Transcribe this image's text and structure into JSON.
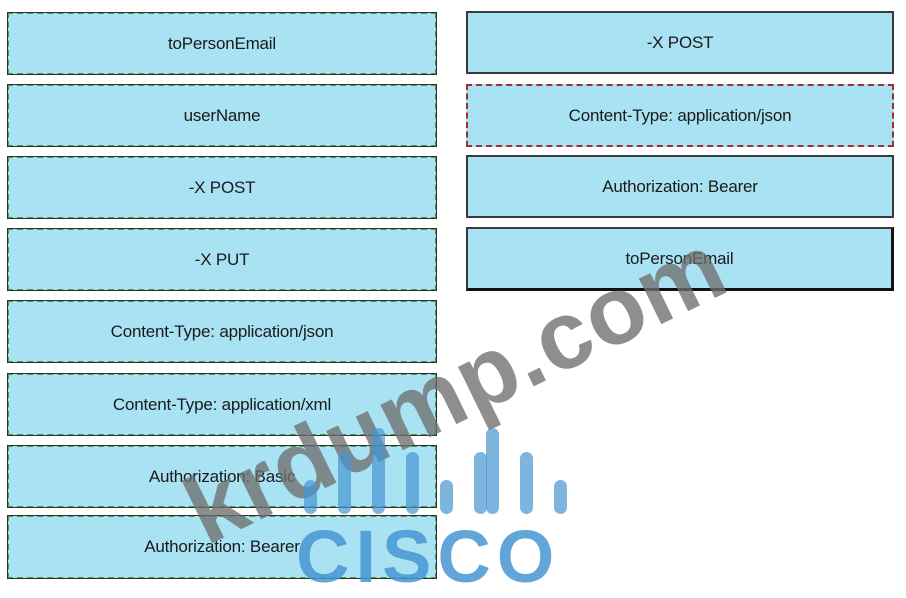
{
  "left_options": [
    "toPersonEmail",
    "userName",
    "-X POST",
    "-X PUT",
    "Content-Type: application/json",
    "Content-Type: application/xml",
    "Authorization: Basic",
    "Authorization: Bearer"
  ],
  "right_answers": [
    "-X POST",
    "Content-Type: application/json",
    "Authorization: Bearer",
    "toPersonEmail"
  ],
  "watermark": {
    "text": "krdump.com",
    "brand": "CISCO"
  },
  "colors": {
    "tile_fill": "#a9e2f3",
    "dashed_green": "#4a9a4a",
    "dashed_red": "#a03030",
    "watermark_gray": "#6e6e6e",
    "watermark_blue": "#4696d2"
  }
}
